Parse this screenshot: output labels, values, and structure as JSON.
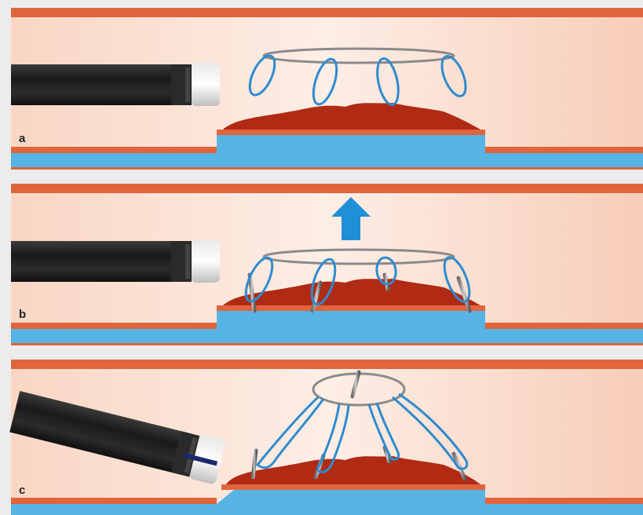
{
  "panels": [
    {
      "label": "a"
    },
    {
      "label": "b"
    },
    {
      "label": "c"
    }
  ],
  "colors": {
    "background": "#ececec",
    "vessel_wall": "#e0643c",
    "lumen_light": "#fdeee6",
    "lumen_dark": "#f7c9b2",
    "submucosa": "#56b3e3",
    "lesion": "#b02a14",
    "clip_loop": "#2e8bd0",
    "ring": "#8a8a8a",
    "lift_arrow": "#1f8fd6",
    "scope": "#1e1e1e"
  },
  "icons": {
    "scope": "endoscope-icon",
    "arrow": "up-arrow-icon",
    "clip": "clip-icon"
  }
}
